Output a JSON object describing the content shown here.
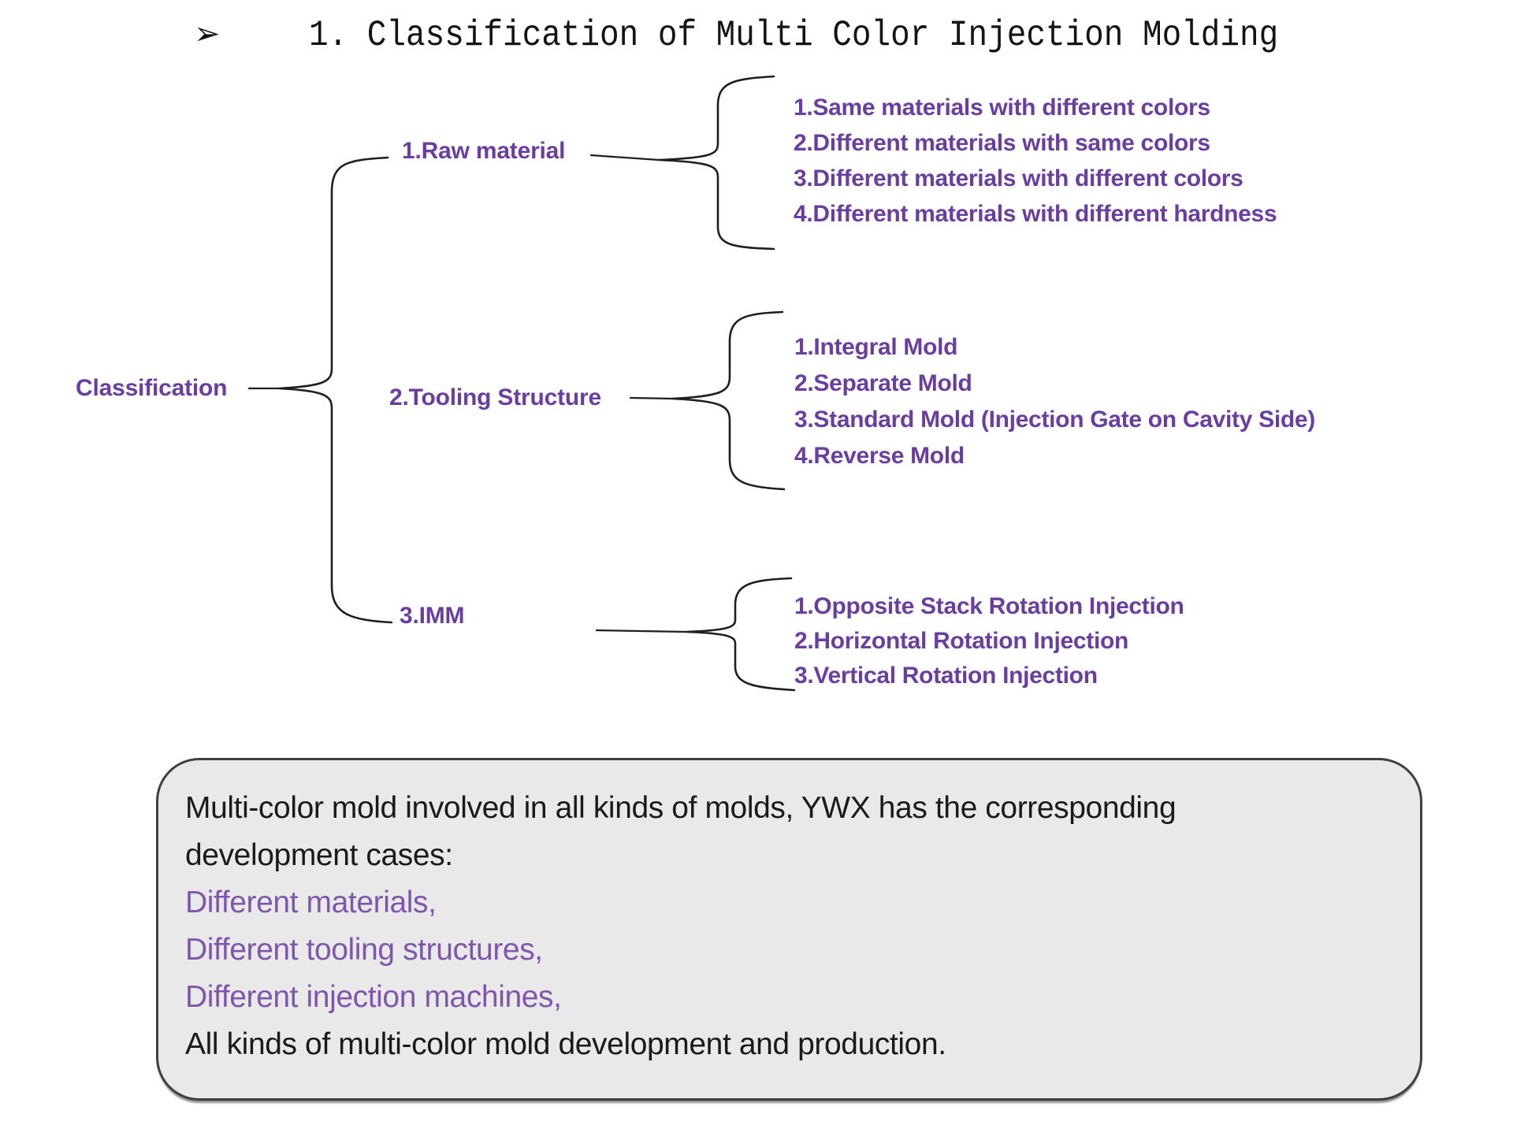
{
  "title": {
    "bullet_icon": "➢",
    "text": "1. Classification of Multi Color Injection Molding"
  },
  "colors": {
    "tree_text_purple": "#6a3da0",
    "note_purple": "#7e57ac",
    "note_black": "#1a1a1a",
    "note_box_background": "#e9e9e9",
    "note_box_border": "#3f3f3f",
    "brace_stroke": "#1f1f1f"
  },
  "tree": {
    "root_label": "Classification",
    "branches": [
      {
        "label": "1.Raw material",
        "items": [
          "1.Same materials with different colors",
          "2.Different materials with same colors",
          "3.Different materials with different colors",
          "4.Different materials with different hardness"
        ]
      },
      {
        "label": "2.Tooling Structure",
        "items": [
          "1.Integral Mold",
          "2.Separate Mold",
          "3.Standard Mold (Injection Gate on Cavity Side)",
          "4.Reverse Mold"
        ]
      },
      {
        "label": "3.IMM",
        "items": [
          "1.Opposite Stack Rotation Injection",
          "2.Horizontal Rotation Injection",
          "3.Vertical Rotation Injection"
        ]
      }
    ]
  },
  "note_box": {
    "lines": [
      {
        "text": "Multi-color mold involved in all kinds of molds, YWX has the corresponding",
        "color": "#1a1a1a"
      },
      {
        "text": "development cases:",
        "color": "#1a1a1a"
      },
      {
        "text": "Different materials,",
        "color": "#7e57ac"
      },
      {
        "text": "Different tooling structures,",
        "color": "#7e57ac"
      },
      {
        "text": "Different injection machines,",
        "color": "#7e57ac"
      },
      {
        "text": "All kinds of multi-color mold development and production.",
        "color": "#1a1a1a"
      }
    ]
  }
}
